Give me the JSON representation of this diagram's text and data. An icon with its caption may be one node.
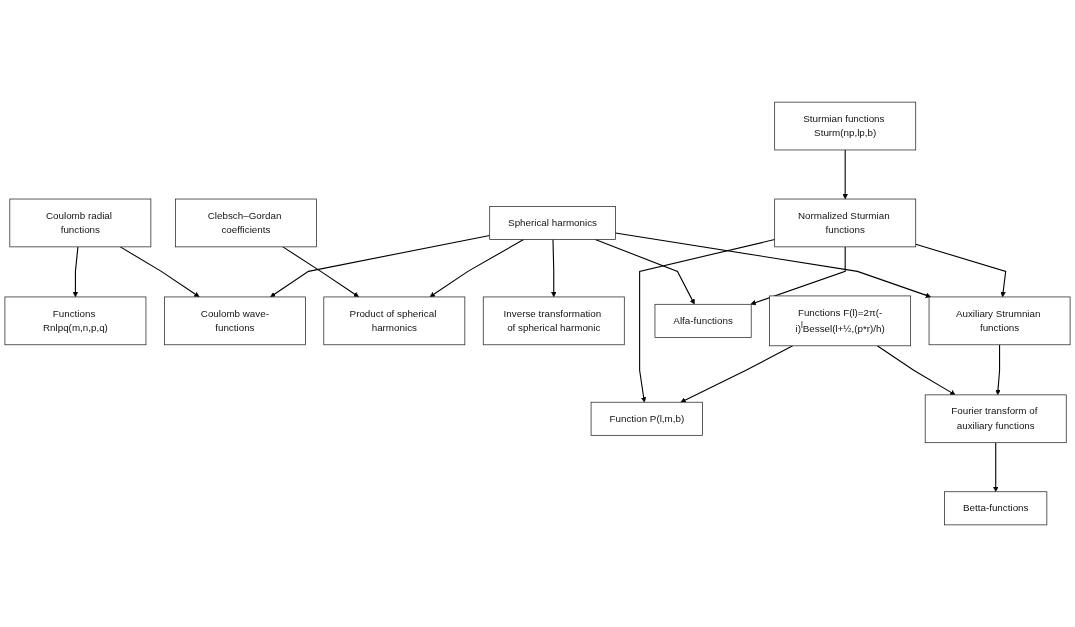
{
  "diagram": {
    "nodes": [
      {
        "text": [
          "Coulomb radial functions"
        ]
      },
      {
        "text": [
          "Functions Rnlpq(m,n,p,q)"
        ]
      },
      {
        "text": [
          "Clebsch–Gordan coefficients"
        ]
      },
      {
        "text": [
          "Sturmian functions Sturm(np,lp,b)"
        ]
      },
      {
        "text": [
          "Coulomb wave-functions"
        ]
      },
      {
        "text": [
          "Product of spherical harmonics"
        ]
      },
      {
        "text": [
          "Function P(l,m,b)"
        ]
      },
      {
        "text": [
          "Normalized Sturmian functions"
        ]
      },
      {
        "text": [
          "Inverse transformation of spherical harmonic"
        ]
      },
      {
        "text": [
          "Spherical harmonics"
        ]
      },
      {
        "text": [
          "Auxiliary Strumnian functions"
        ]
      },
      {
        "text": [
          "Alfa-functions"
        ]
      },
      {
        "text": [
          "Betta-functions"
        ]
      },
      {
        "text": [
          "Functions F(l)=2π(-i)$^{l}$Bessel(l+½,(p*r)/h)"
        ]
      },
      {
        "text": [
          "Fourier transform of auxiliary functions"
        ]
      }
    ],
    "edges": [
      {
        "from": 0,
        "to": 1,
        "arrow": "to"
      },
      {
        "from": 0,
        "to": 4,
        "arrow": "to"
      },
      {
        "from": 2,
        "to": 5,
        "arrow": "to"
      },
      {
        "from": 3,
        "to": 7,
        "arrow": "to"
      },
      {
        "from": 7,
        "to": 6,
        "arrow": "to"
      },
      {
        "from": 9,
        "to": 4,
        "arrow": "to"
      },
      {
        "from": 9,
        "to": 5,
        "arrow": "to"
      },
      {
        "from": 9,
        "to": 8,
        "arrow": "to"
      },
      {
        "from": 9,
        "to": 10,
        "arrow": "to"
      },
      {
        "from": 9,
        "to": 11,
        "arrow": "to"
      },
      {
        "from": 7,
        "to": 10,
        "arrow": "to"
      },
      {
        "from": 7,
        "to": 11,
        "arrow": "to"
      },
      {
        "from": 13,
        "to": 6,
        "arrow": "to"
      },
      {
        "from": 13,
        "to": 14,
        "arrow": "to"
      },
      {
        "from": 10,
        "to": 14,
        "arrow": "to"
      },
      {
        "from": 14,
        "to": 12,
        "arrow": "to"
      }
    ]
  }
}
